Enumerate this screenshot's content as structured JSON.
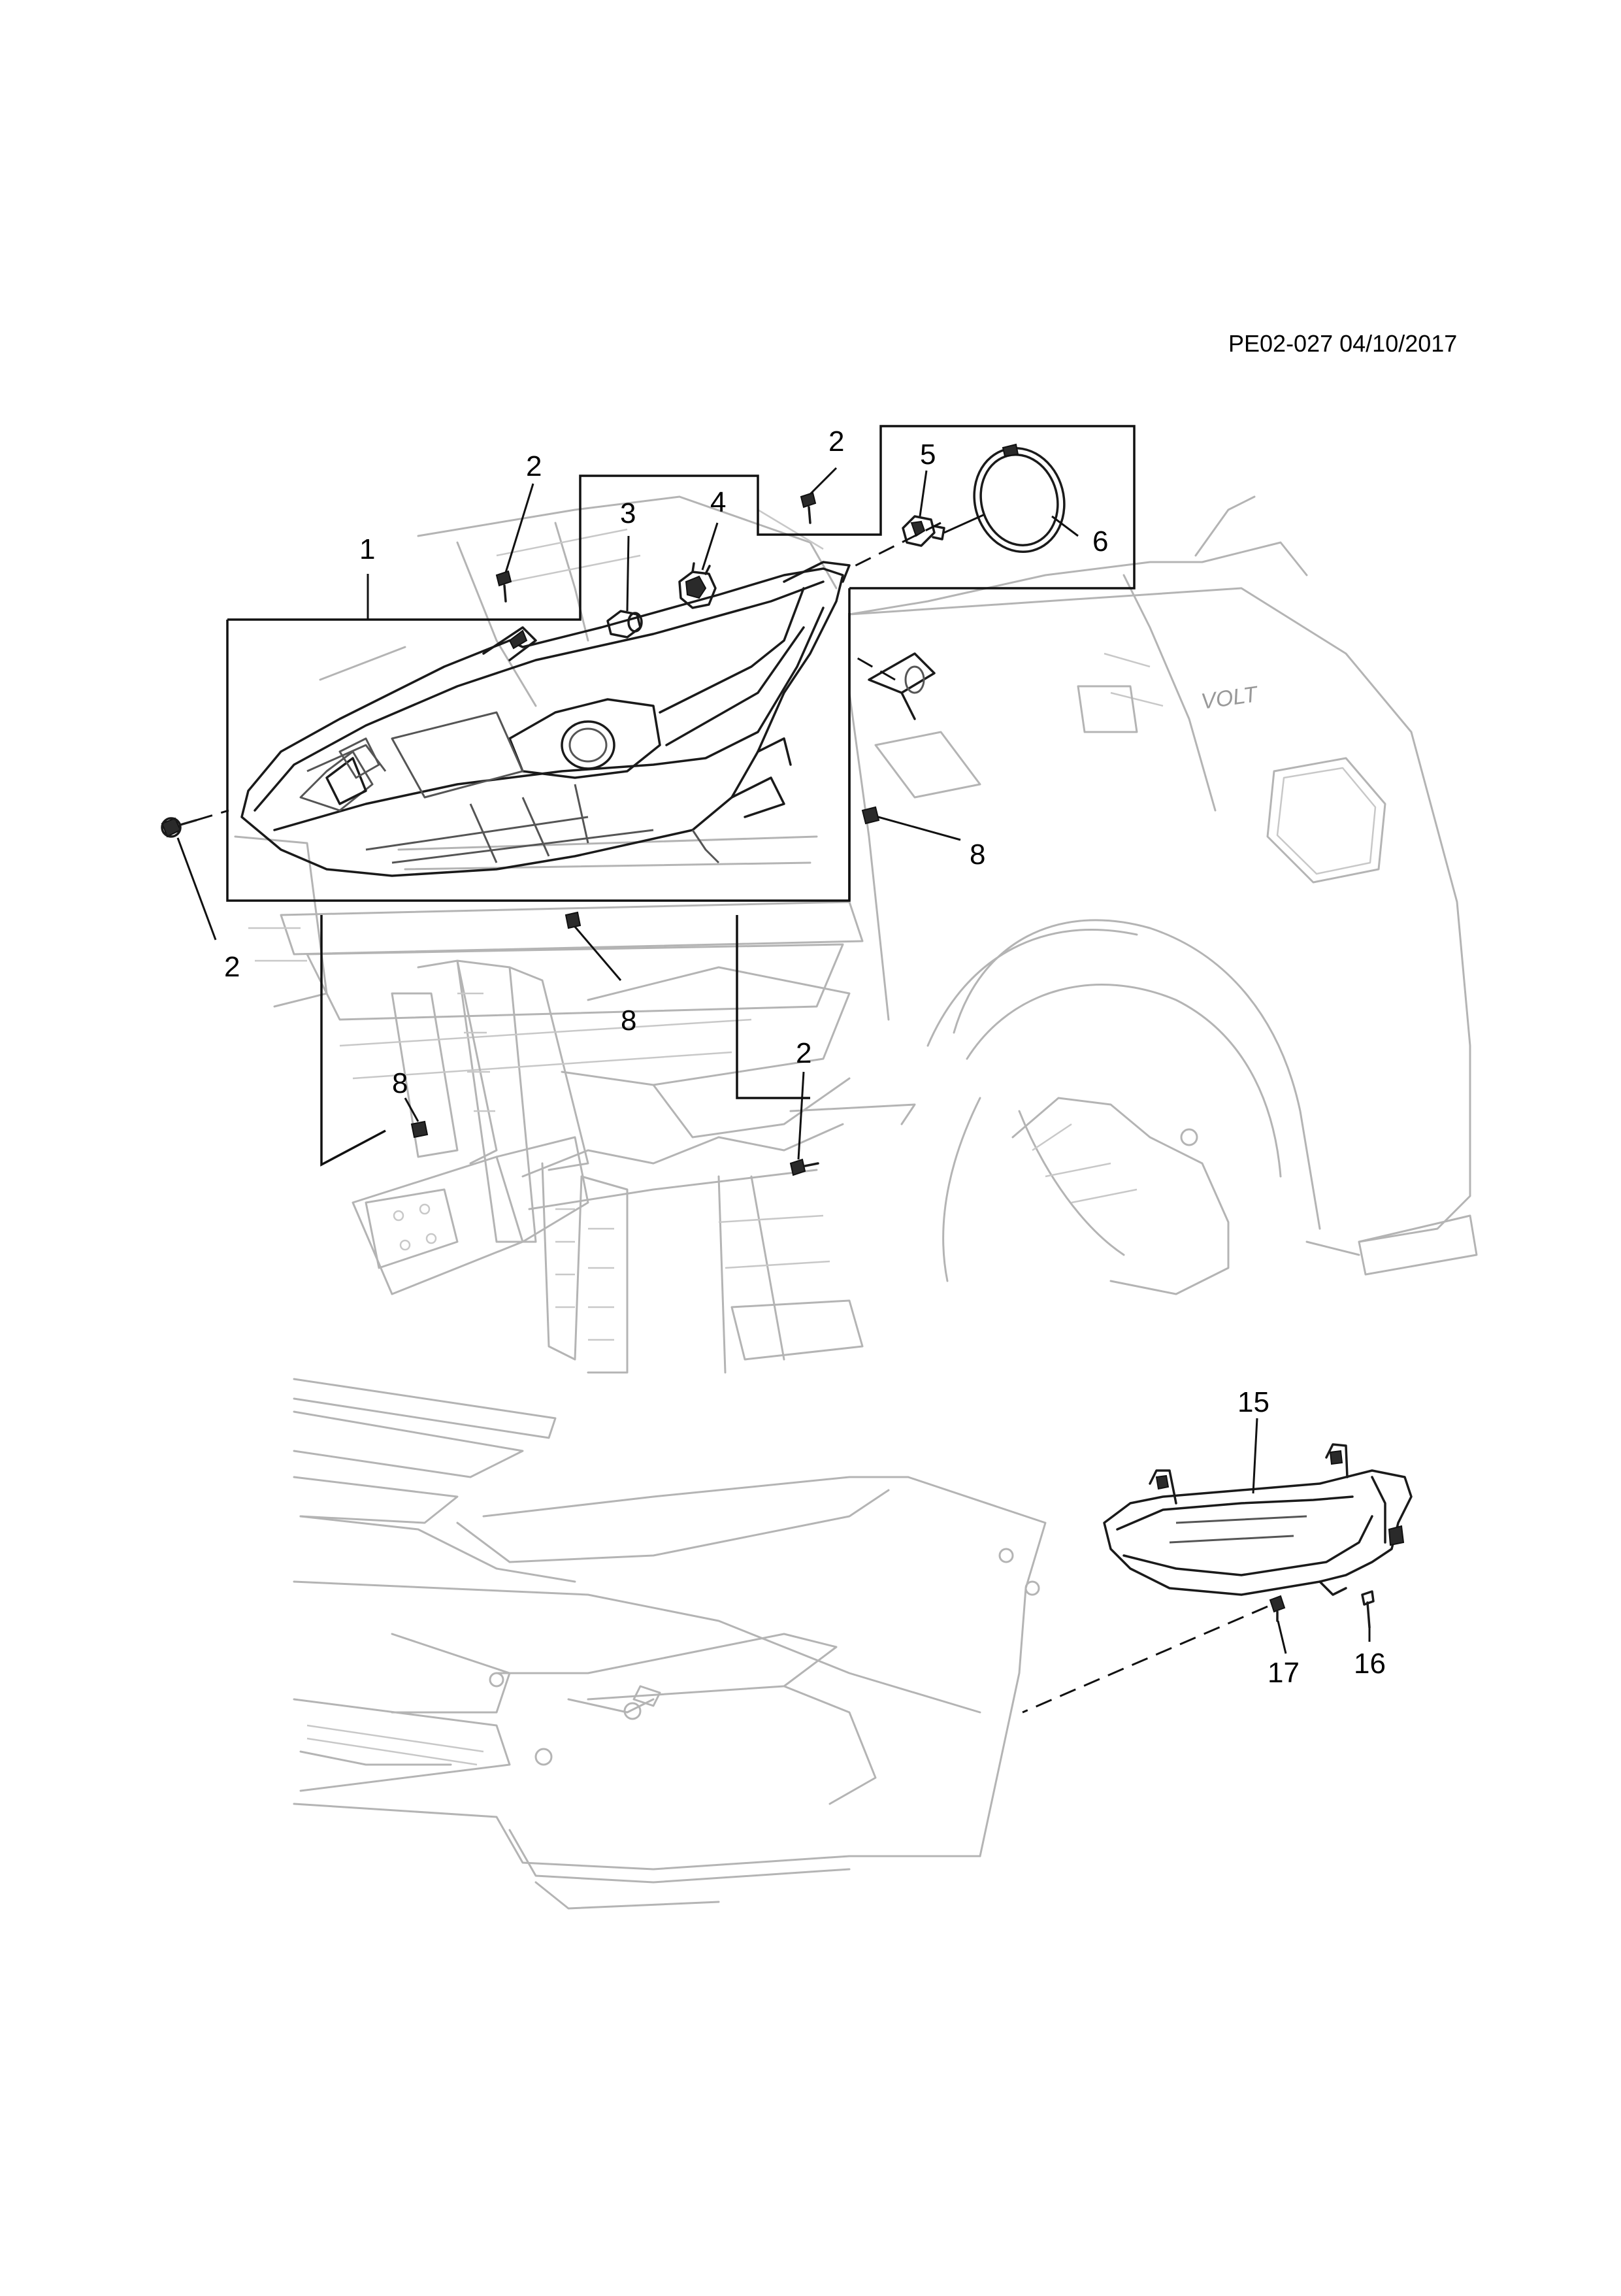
{
  "header": {
    "reference_code": "PE02-027 04/10/2017"
  },
  "callouts": [
    {
      "id": "c1",
      "text": "1"
    },
    {
      "id": "c2a",
      "text": "2"
    },
    {
      "id": "c2b",
      "text": "2"
    },
    {
      "id": "c2c",
      "text": "2"
    },
    {
      "id": "c2d",
      "text": "2"
    },
    {
      "id": "c3",
      "text": "3"
    },
    {
      "id": "c4",
      "text": "4"
    },
    {
      "id": "c5",
      "text": "5"
    },
    {
      "id": "c6",
      "text": "6"
    },
    {
      "id": "c8a",
      "text": "8"
    },
    {
      "id": "c8b",
      "text": "8"
    },
    {
      "id": "c8c",
      "text": "8"
    },
    {
      "id": "c15",
      "text": "15"
    },
    {
      "id": "c16",
      "text": "16"
    },
    {
      "id": "c17",
      "text": "17"
    }
  ],
  "fender_badge": "VOLT"
}
